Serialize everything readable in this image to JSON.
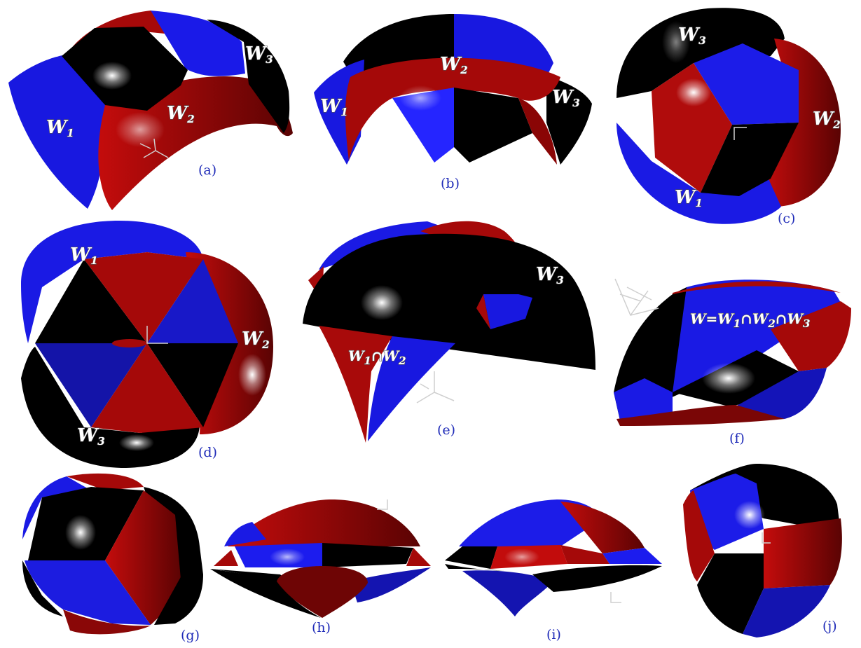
{
  "colors": {
    "blue": "#1a1ae6",
    "red": "#a80a0a",
    "black": "#000000",
    "caption": "#1f2bb8"
  },
  "panels": {
    "a": {
      "caption": "(a)",
      "w1": "W",
      "w1_sub": "1",
      "w2": "W",
      "w2_sub": "2",
      "w3": "W",
      "w3_sub": "3"
    },
    "b": {
      "caption": "(b)",
      "w1": "W",
      "w1_sub": "1",
      "w2": "W",
      "w2_sub": "2",
      "w3": "W",
      "w3_sub": "3"
    },
    "c": {
      "caption": "(c)",
      "w1": "W",
      "w1_sub": "1",
      "w2": "W",
      "w2_sub": "2",
      "w3": "W",
      "w3_sub": "3"
    },
    "d": {
      "caption": "(d)",
      "w1": "W",
      "w1_sub": "1",
      "w2": "W",
      "w2_sub": "2",
      "w3": "W",
      "w3_sub": "3"
    },
    "e": {
      "caption": "(e)",
      "i1": "W",
      "i1_sub": "1",
      "cap_sym": "∩",
      "i2": "W",
      "i2_sub": "2",
      "w3": "W",
      "w3_sub": "3"
    },
    "f": {
      "caption": "(f)",
      "eq_a": "W=W",
      "eq_sub1": "1",
      "eq_b": "∩W",
      "eq_sub2": "2",
      "eq_c": "∩W",
      "eq_sub3": "3"
    },
    "g": {
      "caption": "(g)"
    },
    "h": {
      "caption": "(h)"
    },
    "i": {
      "caption": "(i)"
    },
    "j": {
      "caption": "(j)"
    }
  }
}
